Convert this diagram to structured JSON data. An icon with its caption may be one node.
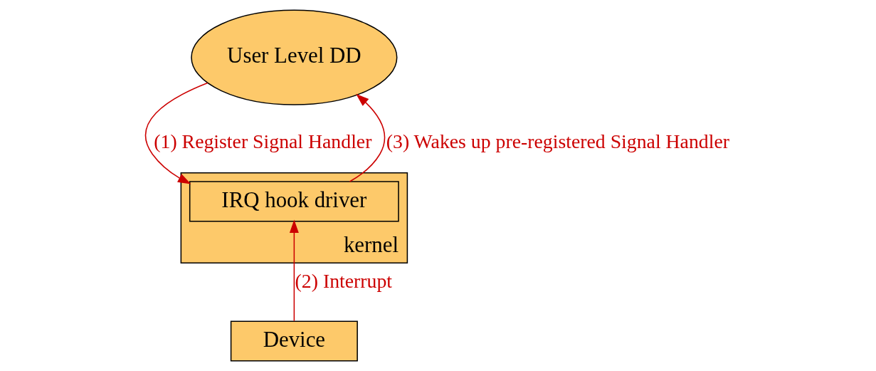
{
  "diagram": {
    "nodes": [
      {
        "text": [
          "User Level DD"
        ]
      },
      {
        "text": [
          "kernel"
        ]
      },
      {
        "text": [
          "IRQ hook driver"
        ],
        "in": 1
      },
      {
        "text": [
          "Device"
        ]
      }
    ],
    "edges": [
      {
        "from": 0,
        "to": 2,
        "arrow": "to",
        "label": "(1) Register Signal Handler"
      },
      {
        "from": 2,
        "to": 0,
        "arrow": "to",
        "label": "(3) Wakes up pre-registered Signal Handler"
      },
      {
        "from": 3,
        "to": 2,
        "arrow": "to",
        "label": "(2) Interrupt"
      }
    ]
  }
}
